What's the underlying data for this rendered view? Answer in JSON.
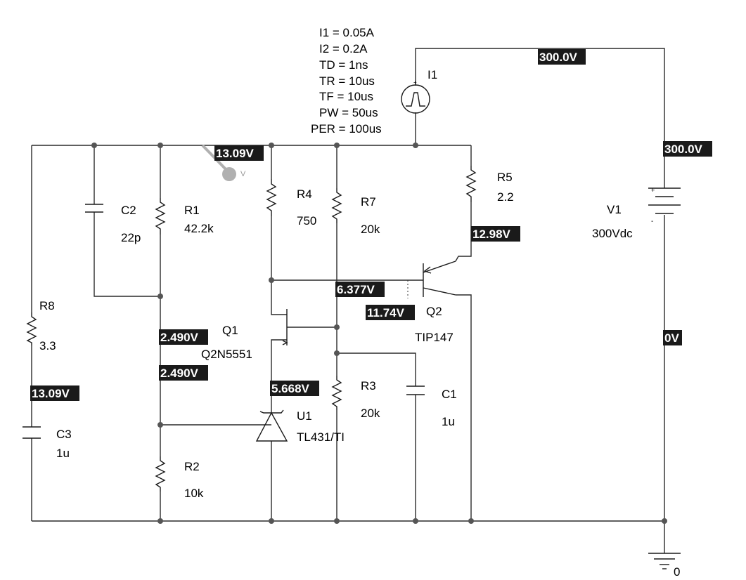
{
  "source": {
    "name": "I1",
    "params": [
      "I1 = 0.05A",
      "I2 = 0.2A",
      "TD = 1ns",
      "TR = 10us",
      "TF = 10us",
      "PW = 50us",
      "PER = 100us"
    ]
  },
  "components": {
    "C2": {
      "name": "C2",
      "value": "22p"
    },
    "R1": {
      "name": "R1",
      "value": "42.2k"
    },
    "R4": {
      "name": "R4",
      "value": "750"
    },
    "R7": {
      "name": "R7",
      "value": "20k"
    },
    "R5": {
      "name": "R5",
      "value": "2.2"
    },
    "V1": {
      "name": "V1",
      "value": "300Vdc"
    },
    "R8": {
      "name": "R8",
      "value": "3.3"
    },
    "C3": {
      "name": "C3",
      "value": "1u"
    },
    "Q1": {
      "name": "Q1",
      "value": "Q2N5551"
    },
    "Q2": {
      "name": "Q2",
      "value": "TIP147"
    },
    "R3": {
      "name": "R3",
      "value": "20k"
    },
    "C1": {
      "name": "C1",
      "value": "1u"
    },
    "U1": {
      "name": "U1",
      "value": "TL431/TI"
    },
    "R2": {
      "name": "R2",
      "value": "10k"
    }
  },
  "probe": {
    "label": "V"
  },
  "ground": {
    "label": "0"
  },
  "voltages": {
    "top_right": "300.0V",
    "v1_plus": "300.0V",
    "v1_minus": "0V",
    "top_rail": "13.09V",
    "q2_emitter": "12.98V",
    "q1_collector": "6.377V",
    "q2_base": "11.74V",
    "ref_node_upper": "2.490V",
    "ref_node_lower": "2.490V",
    "c3_node": "13.09V",
    "q1_emitter": "5.668V"
  },
  "colors": {
    "wire": "#2a2a2a",
    "tag_background": "#1a1a1a",
    "tag_text": "#ffffff",
    "probe": "#b0b0b0",
    "node_dot": "#555555"
  }
}
